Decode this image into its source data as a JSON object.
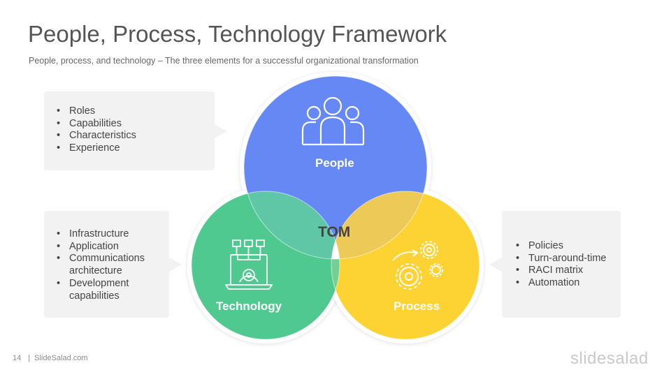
{
  "header": {
    "title": "People, Process, Technology Framework",
    "subtitle": "People, process, and technology – The three elements for a successful organizational  transformation"
  },
  "venn": {
    "people": {
      "label": "People",
      "color": "#6688f4",
      "icon": "people-group-icon"
    },
    "technology": {
      "label": "Technology",
      "color": "#4fc98f",
      "icon": "laptop-gear-network-icon"
    },
    "process": {
      "label": "Process",
      "color": "#fdd233",
      "icon": "gears-icon"
    },
    "center": {
      "label": "TOM"
    }
  },
  "callouts": {
    "people": {
      "items": [
        "Roles",
        "Capabilities",
        "Characteristics",
        "Experience"
      ]
    },
    "technology": {
      "items": [
        "Infrastructure",
        "Application",
        "Communications architecture",
        "Development capabilities"
      ]
    },
    "process": {
      "items": [
        "Policies",
        "Turn-around-time",
        "RACI matrix",
        "Automation"
      ]
    }
  },
  "footer": {
    "page_number": "14",
    "site": "SlideSalad.com",
    "brand": "slidesalad"
  }
}
